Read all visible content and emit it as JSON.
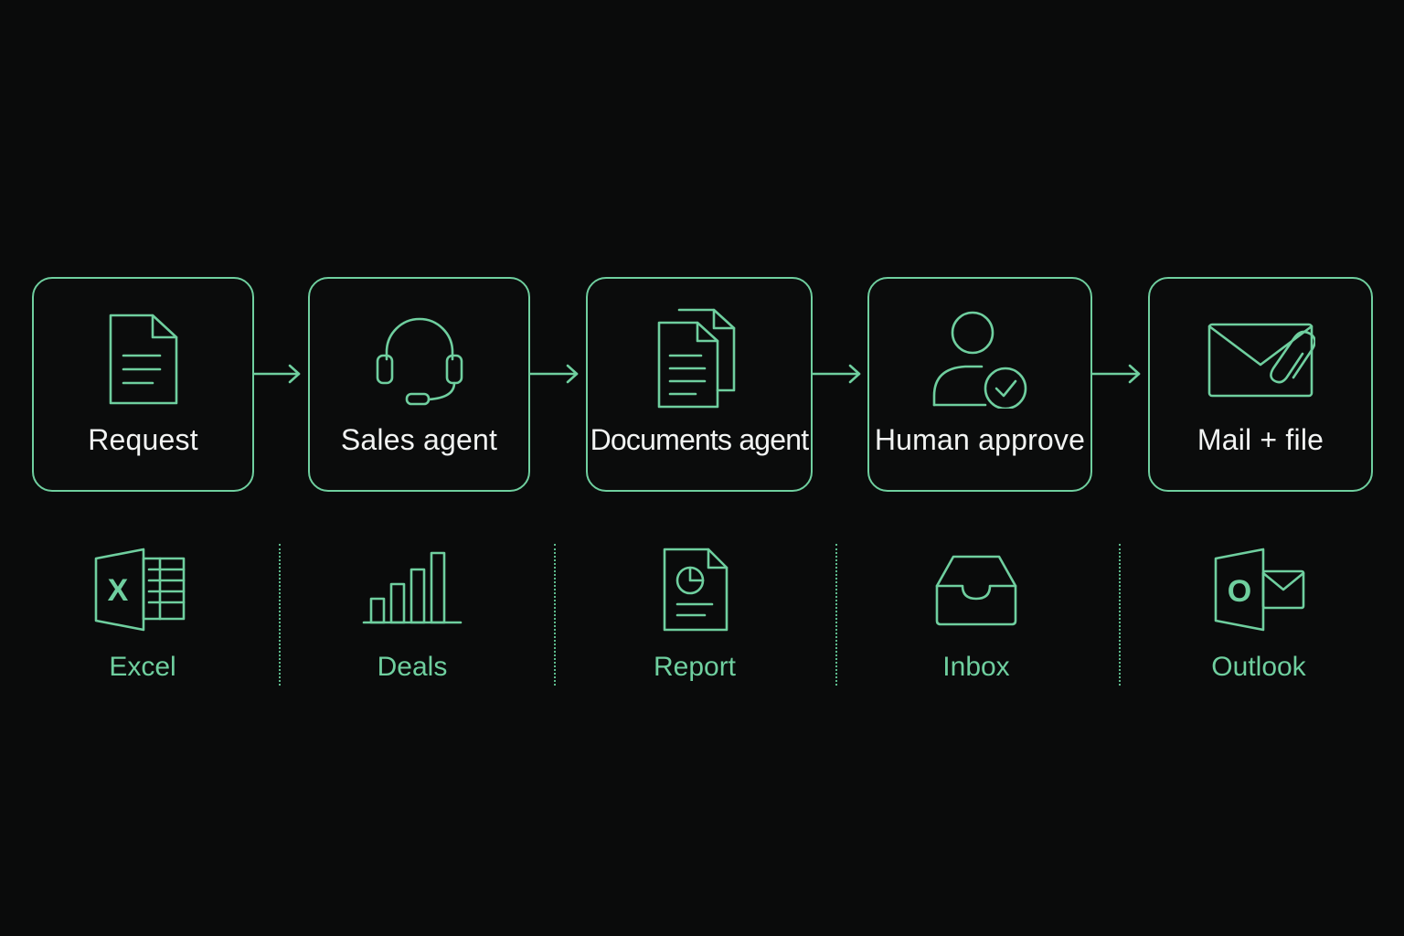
{
  "steps": [
    {
      "label": "Request",
      "icon": "document-icon"
    },
    {
      "label": "Sales agent",
      "icon": "headset-icon"
    },
    {
      "label": "Documents agent",
      "icon": "documents-icon"
    },
    {
      "label": "Human approve",
      "icon": "user-check-icon"
    },
    {
      "label": "Mail + file",
      "icon": "mail-attachment-icon"
    }
  ],
  "tools": [
    {
      "label": "Excel",
      "icon": "excel-icon",
      "glyph": "X"
    },
    {
      "label": "Deals",
      "icon": "bar-chart-icon"
    },
    {
      "label": "Report",
      "icon": "report-icon"
    },
    {
      "label": "Inbox",
      "icon": "inbox-icon"
    },
    {
      "label": "Outlook",
      "icon": "outlook-icon",
      "glyph": "O"
    }
  ],
  "colors": {
    "background": "#0a0b0b",
    "accent": "#6fcf9f",
    "text": "#f2f4f3"
  }
}
